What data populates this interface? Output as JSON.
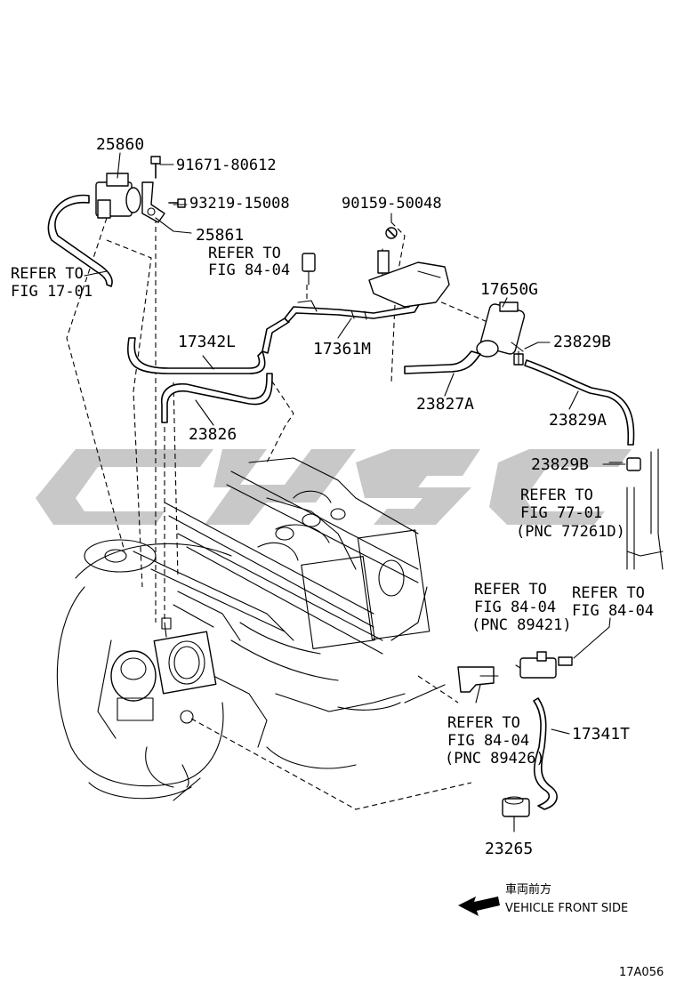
{
  "parts": {
    "p25860": "25860",
    "p91671": "91671-80612",
    "p93219": "93219-15008",
    "p25861": "25861",
    "p90159": "90159-50048",
    "p17650G": "17650G",
    "p23829B_top": "23829B",
    "p17342L": "17342L",
    "p17361M": "17361M",
    "p23827A": "23827A",
    "p23829A": "23829A",
    "p23826": "23826",
    "p23829B_mid": "23829B",
    "p17341T": "17341T",
    "p23265": "23265"
  },
  "refs": {
    "refer_to": "REFER TO",
    "fig_17_01": "FIG 17-01",
    "fig_84_04": "FIG 84-04",
    "fig_77_01": "FIG 77-01",
    "pnc_77261d": "(PNC 77261D)",
    "pnc_89421": "(PNC 89421)",
    "pnc_89426": "(PNC 89426)"
  },
  "direction": {
    "japanese": "車両前方",
    "english": "VEHICLE FRONT SIDE"
  },
  "figure_code": "17A056",
  "watermark_color": "#9a9a9a"
}
